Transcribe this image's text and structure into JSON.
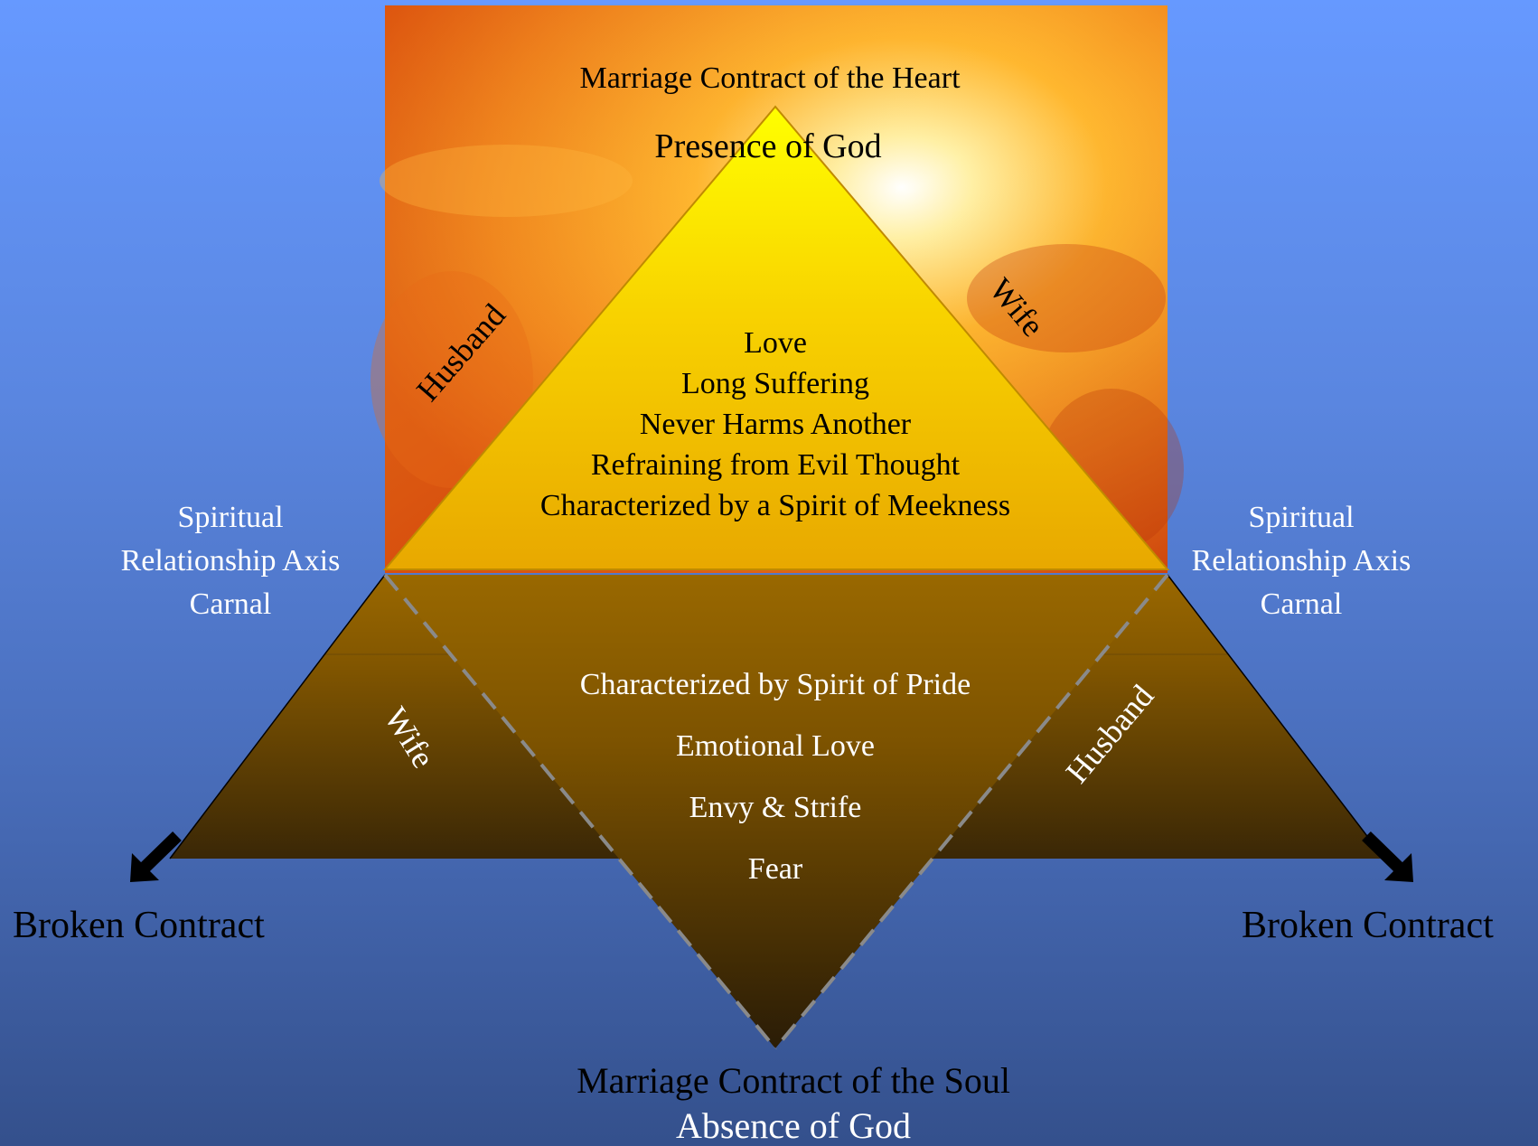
{
  "top_title": "Marriage Contract of the Heart",
  "apex_label": "Presence of God",
  "upper_left_side": "Husband",
  "upper_right_side": "Wife",
  "upper_virtues": [
    "Love",
    "Long Suffering",
    "Never Harms Another",
    "Refraining from Evil Thought",
    "Characterized by a Spirit of Meekness"
  ],
  "left_axis": [
    "Spiritual",
    "Relationship Axis",
    "Carnal"
  ],
  "right_axis": [
    "Spiritual",
    "Relationship Axis",
    "Carnal"
  ],
  "lower_left_side": "Wife",
  "lower_right_side": "Husband",
  "lower_traits": [
    "Characterized by Spirit of Pride",
    "Emotional Love",
    "Envy & Strife",
    "Fear"
  ],
  "broken_left": "Broken Contract",
  "broken_right": "Broken Contract",
  "bottom_title": "Marriage Contract of the Soul",
  "bottom_subtitle": "Absence of God",
  "colors": {
    "background_top": "#6699ff",
    "background_bottom": "#34508c",
    "sky_orange": "#f08a1e",
    "sky_light": "#fff2b0",
    "pyramid_yellow": "#ffea00",
    "pyramid_gold": "#e8a600",
    "carnal_top": "#9a6a00",
    "carnal_bottom": "#2a1c06",
    "dashed_line": "#8a8a8a"
  }
}
